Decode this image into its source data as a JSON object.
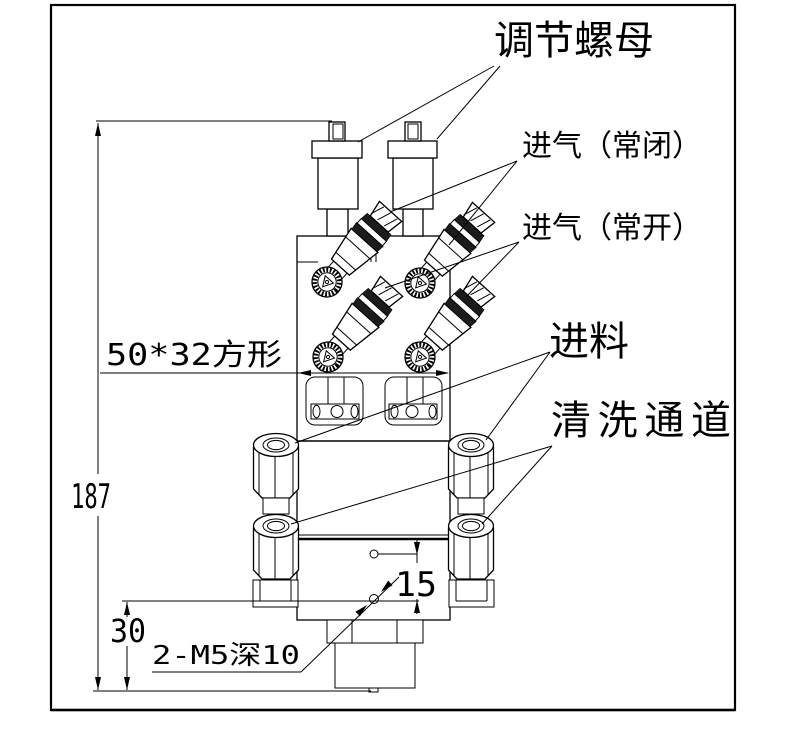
{
  "drawing": {
    "labels": {
      "adjust_nut": "调节螺母",
      "air_inlet_nc": "进气（常闭）",
      "air_inlet_no": "进气（常开）",
      "feed": "进料",
      "clean_channel": "清洗通道"
    },
    "dimensions": {
      "overall_height": "187",
      "bottom_height": "30",
      "hole_spacing": "15",
      "body_section": "50*32方形",
      "thread_note": "2-M5深10"
    },
    "colors": {
      "line": "#000000",
      "background": "#ffffff"
    }
  }
}
